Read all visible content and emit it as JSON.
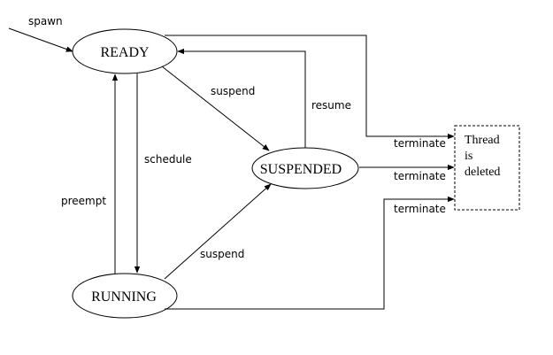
{
  "diagram": {
    "nodes": {
      "ready": "READY",
      "suspended": "SUSPENDED",
      "running": "RUNNING",
      "deleted_line1": "Thread",
      "deleted_line2": "is",
      "deleted_line3": "deleted"
    },
    "edges": {
      "spawn": "spawn",
      "schedule": "schedule",
      "preempt": "preempt",
      "suspend_ready": "suspend",
      "suspend_running": "suspend",
      "resume": "resume",
      "terminate_ready": "terminate",
      "terminate_suspended": "terminate",
      "terminate_running": "terminate"
    }
  }
}
